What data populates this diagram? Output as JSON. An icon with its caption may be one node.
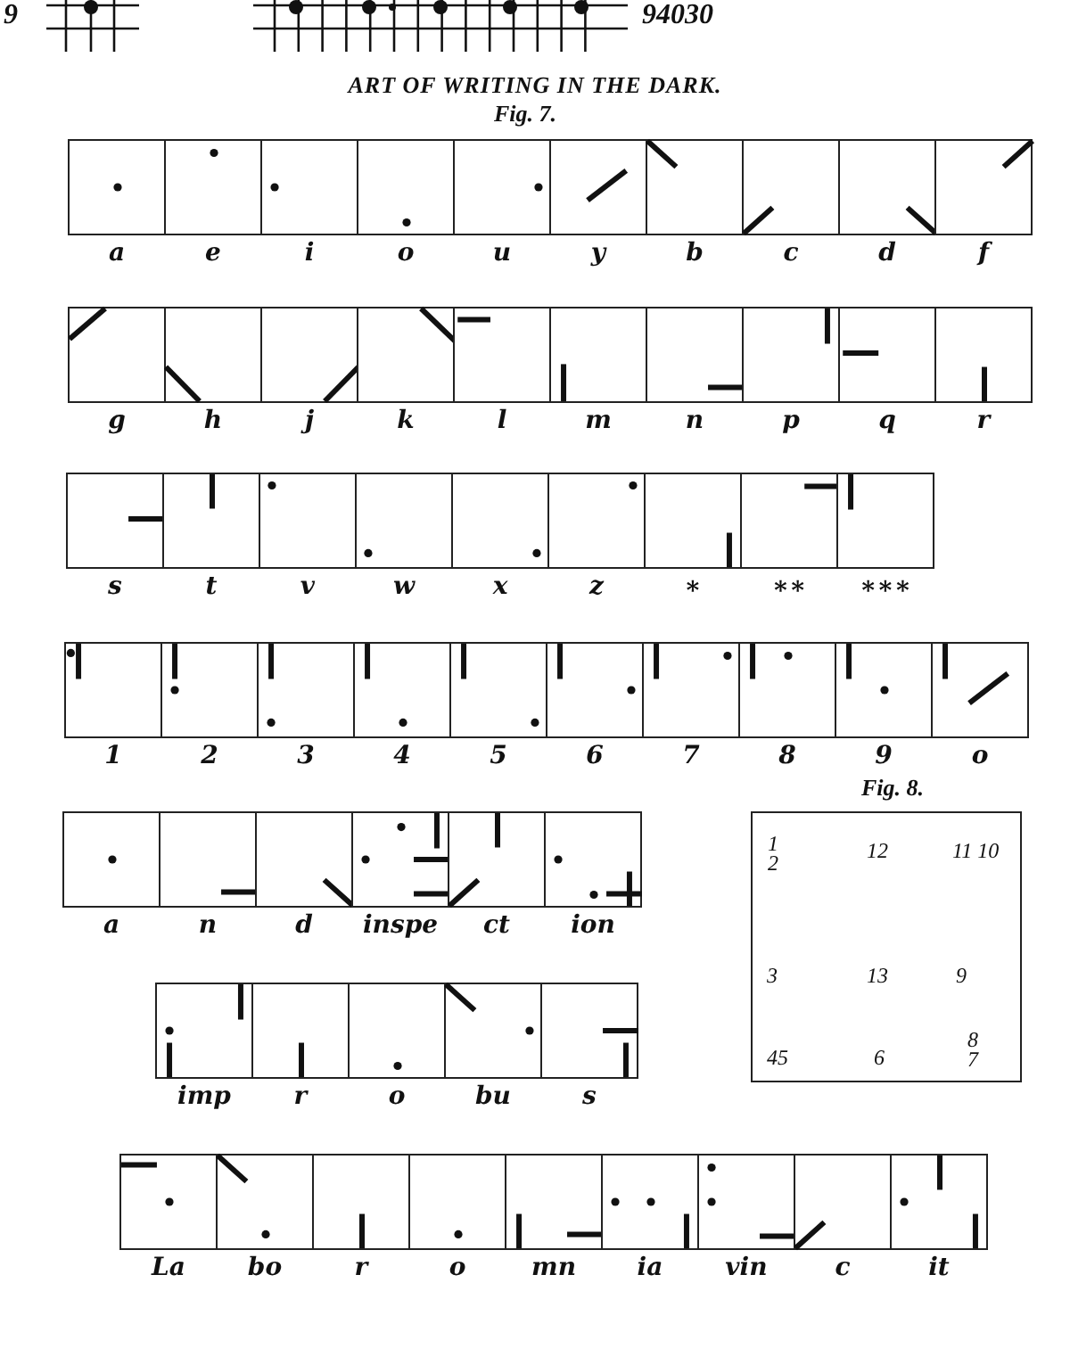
{
  "diagram": {
    "title": "ART OF WRITING IN THE DARK.",
    "nodes": [
      {
        "text": [
          "a"
        ]
      },
      {
        "text": [
          "e"
        ]
      },
      {
        "text": [
          "i"
        ]
      },
      {
        "text": [
          "o"
        ]
      },
      {
        "text": [
          "u"
        ]
      },
      {
        "text": [
          "y"
        ]
      },
      {
        "text": [
          "b"
        ]
      },
      {
        "text": [
          "c"
        ]
      },
      {
        "text": [
          "d"
        ]
      },
      {
        "text": [
          "f"
        ]
      },
      {
        "text": [
          "g"
        ]
      },
      {
        "text": [
          "h"
        ]
      },
      {
        "text": [
          "j"
        ]
      },
      {
        "text": [
          "k"
        ]
      },
      {
        "text": [
          "l"
        ]
      },
      {
        "text": [
          "m"
        ]
      },
      {
        "text": [
          "n"
        ]
      },
      {
        "text": [
          "p"
        ]
      },
      {
        "text": [
          "q"
        ]
      },
      {
        "text": [
          "r"
        ]
      },
      {
        "text": [
          "s"
        ]
      },
      {
        "text": [
          "t"
        ]
      },
      {
        "text": [
          "v"
        ]
      },
      {
        "text": [
          "w"
        ]
      },
      {
        "text": [
          "x"
        ]
      },
      {
        "text": [
          "z"
        ]
      },
      {
        "text": [
          "∗"
        ]
      },
      {
        "text": [
          "∗∗"
        ]
      },
      {
        "text": [
          "∗∗∗"
        ]
      },
      {
        "text": [
          "1"
        ]
      },
      {
        "text": [
          "2"
        ]
      },
      {
        "text": [
          "3"
        ]
      },
      {
        "text": [
          "4"
        ]
      },
      {
        "text": [
          "5"
        ]
      },
      {
        "text": [
          "6"
        ]
      },
      {
        "text": [
          "7"
        ]
      },
      {
        "text": [
          "8"
        ]
      },
      {
        "text": [
          "9"
        ]
      },
      {
        "text": [
          "o"
        ]
      },
      {
        "text": [
          "a"
        ]
      },
      {
        "text": [
          "n"
        ]
      },
      {
        "text": [
          "d"
        ]
      },
      {
        "text": [
          "inspe"
        ]
      },
      {
        "text": [
          "ct"
        ]
      },
      {
        "text": [
          "ion"
        ]
      },
      {
        "text": [
          "1 2",
          "12",
          "11 10",
          "3",
          "13",
          "9",
          "45",
          "6",
          "8 7"
        ]
      },
      {
        "text": [
          "imp"
        ]
      },
      {
        "text": [
          "r"
        ]
      },
      {
        "text": [
          "o"
        ]
      },
      {
        "text": [
          "bu"
        ]
      },
      {
        "text": [
          "s"
        ]
      },
      {
        "text": [
          "La"
        ]
      },
      {
        "text": [
          "bo"
        ]
      },
      {
        "text": [
          "r"
        ]
      },
      {
        "text": [
          "o"
        ]
      },
      {
        "text": [
          "mn"
        ]
      },
      {
        "text": [
          "ia"
        ]
      },
      {
        "text": [
          "vin"
        ]
      },
      {
        "text": [
          "c"
        ]
      },
      {
        "text": [
          "it"
        ]
      }
    ],
    "labels": [
      "9",
      "94030",
      "Fig. 7.",
      "Fig. 8."
    ]
  }
}
